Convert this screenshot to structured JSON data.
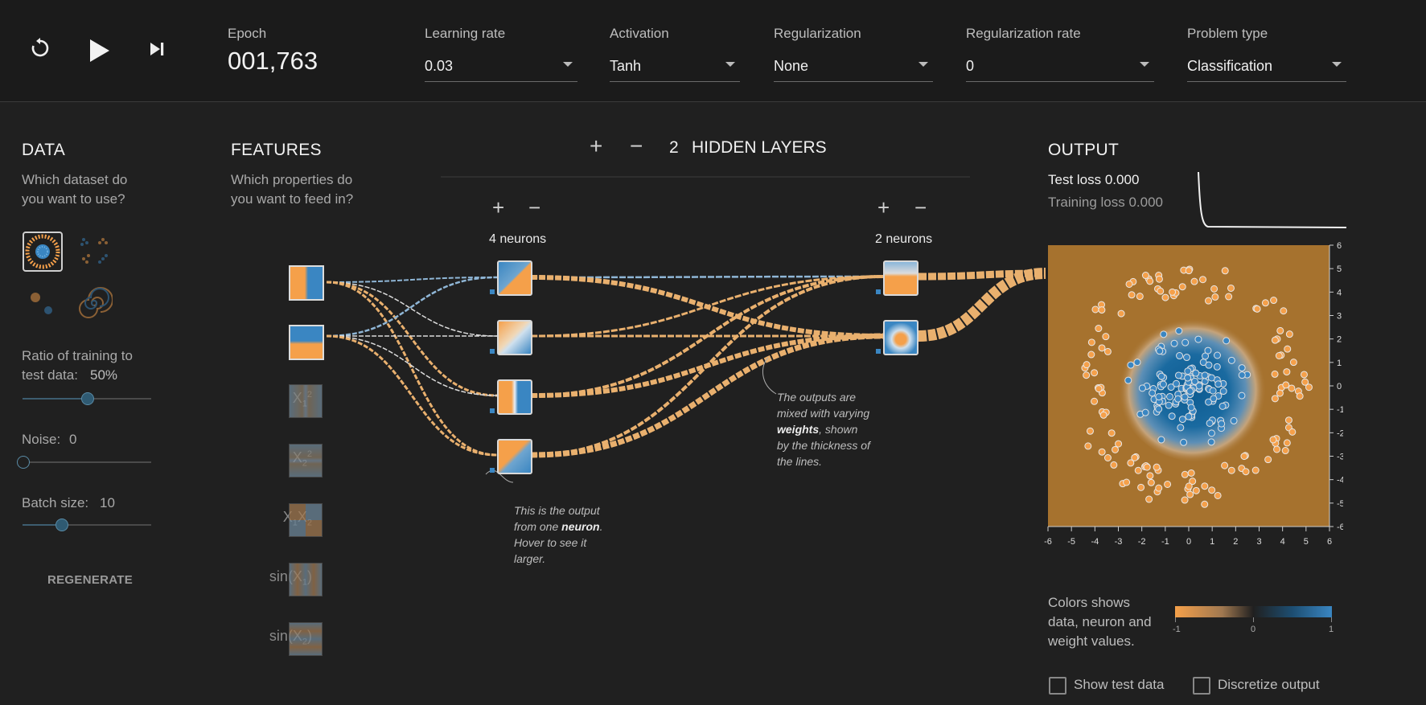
{
  "controls": {
    "reset_icon": "reset-icon",
    "play_icon": "play-icon",
    "step_icon": "step-icon"
  },
  "epoch": {
    "label": "Epoch",
    "value": "001,763"
  },
  "params": [
    {
      "label": "Learning rate",
      "value": "0.03"
    },
    {
      "label": "Activation",
      "value": "Tanh"
    },
    {
      "label": "Regularization",
      "value": "None"
    },
    {
      "label": "Regularization rate",
      "value": "0"
    },
    {
      "label": "Problem type",
      "value": "Classification"
    }
  ],
  "data_panel": {
    "title": "DATA",
    "question": "Which dataset do you want to use?",
    "ratio_label": "Ratio of training to test data:",
    "ratio_value": "50%",
    "ratio_fraction": 0.5,
    "noise_label": "Noise:",
    "noise_value": "0",
    "noise_fraction": 0.0,
    "batch_label": "Batch size:",
    "batch_value": "10",
    "batch_fraction": 0.3,
    "regenerate": "REGENERATE"
  },
  "features_panel": {
    "title": "FEATURES",
    "question": "Which properties do you want to feed in?",
    "features": [
      {
        "base": "X",
        "sub": "1",
        "sup": "",
        "suffix": "",
        "active": true
      },
      {
        "base": "X",
        "sub": "2",
        "sup": "",
        "suffix": "",
        "active": true
      },
      {
        "base": "X",
        "sub": "1",
        "sup": "2",
        "suffix": "",
        "active": false
      },
      {
        "base": "X",
        "sub": "2",
        "sup": "2",
        "suffix": "",
        "active": false
      },
      {
        "base": "X",
        "sub": "1",
        "sup": "",
        "suffix": "X2",
        "active": false
      },
      {
        "base": "sin(X",
        "sub": "1",
        "sup": "",
        ")": "",
        "suffix": ")",
        "active": false
      },
      {
        "base": "sin(X",
        "sub": "2",
        "sup": "",
        "suffix": ")",
        "active": false
      }
    ]
  },
  "network": {
    "add_layer": "+",
    "remove_layer": "−",
    "layer_count": "2",
    "layers_label": "HIDDEN LAYERS",
    "layers": [
      {
        "add": "+",
        "remove": "−",
        "neurons_label": "4 neurons"
      },
      {
        "add": "+",
        "remove": "−",
        "neurons_label": "2 neurons"
      }
    ],
    "note_neuron": {
      "line1": "This is the output",
      "line2a": "from one ",
      "line2b": "neuron",
      "line2c": ".",
      "line3": "Hover to see it",
      "line4": "larger."
    },
    "note_weights": {
      "line1": "The outputs are",
      "line2": "mixed with varying",
      "line3a": "weights",
      "line3b": ", shown",
      "line4": "by the thickness of",
      "line5": "the lines."
    }
  },
  "output_panel": {
    "title": "OUTPUT",
    "test_loss": "Test loss 0.000",
    "training_loss": "Training loss 0.000",
    "y_ticks": [
      "6",
      "5",
      "4",
      "3",
      "2",
      "1",
      "0",
      "-1",
      "-2",
      "-3",
      "-4",
      "-5",
      "-6"
    ],
    "x_ticks": [
      "-6",
      "-5",
      "-4",
      "-3",
      "-2",
      "-1",
      "0",
      "1",
      "2",
      "3",
      "4",
      "5",
      "6"
    ],
    "colors_text": [
      "Colors shows",
      "data, neuron and",
      "weight values."
    ],
    "legend_ticks": [
      "-1",
      "0",
      "1"
    ],
    "show_test": "Show test data",
    "discretize": "Discretize output"
  },
  "colors": {
    "orange": "#f5a04a",
    "blue": "#3a86c2",
    "bg": "#202020"
  }
}
